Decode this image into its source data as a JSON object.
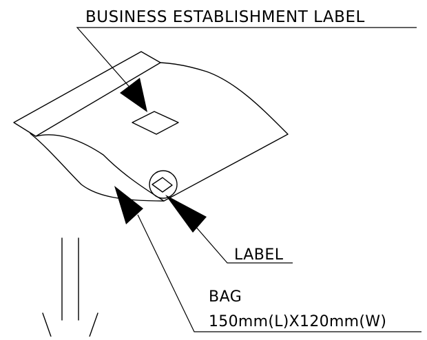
{
  "labels": {
    "business_establishment": "BUSINESS ESTABLISHMENT LABEL",
    "label": "LABEL",
    "bag_title": "BAG",
    "bag_size": "150mm(L)X120mm(W)"
  },
  "colors": {
    "line": "#000000",
    "background": "#ffffff"
  }
}
